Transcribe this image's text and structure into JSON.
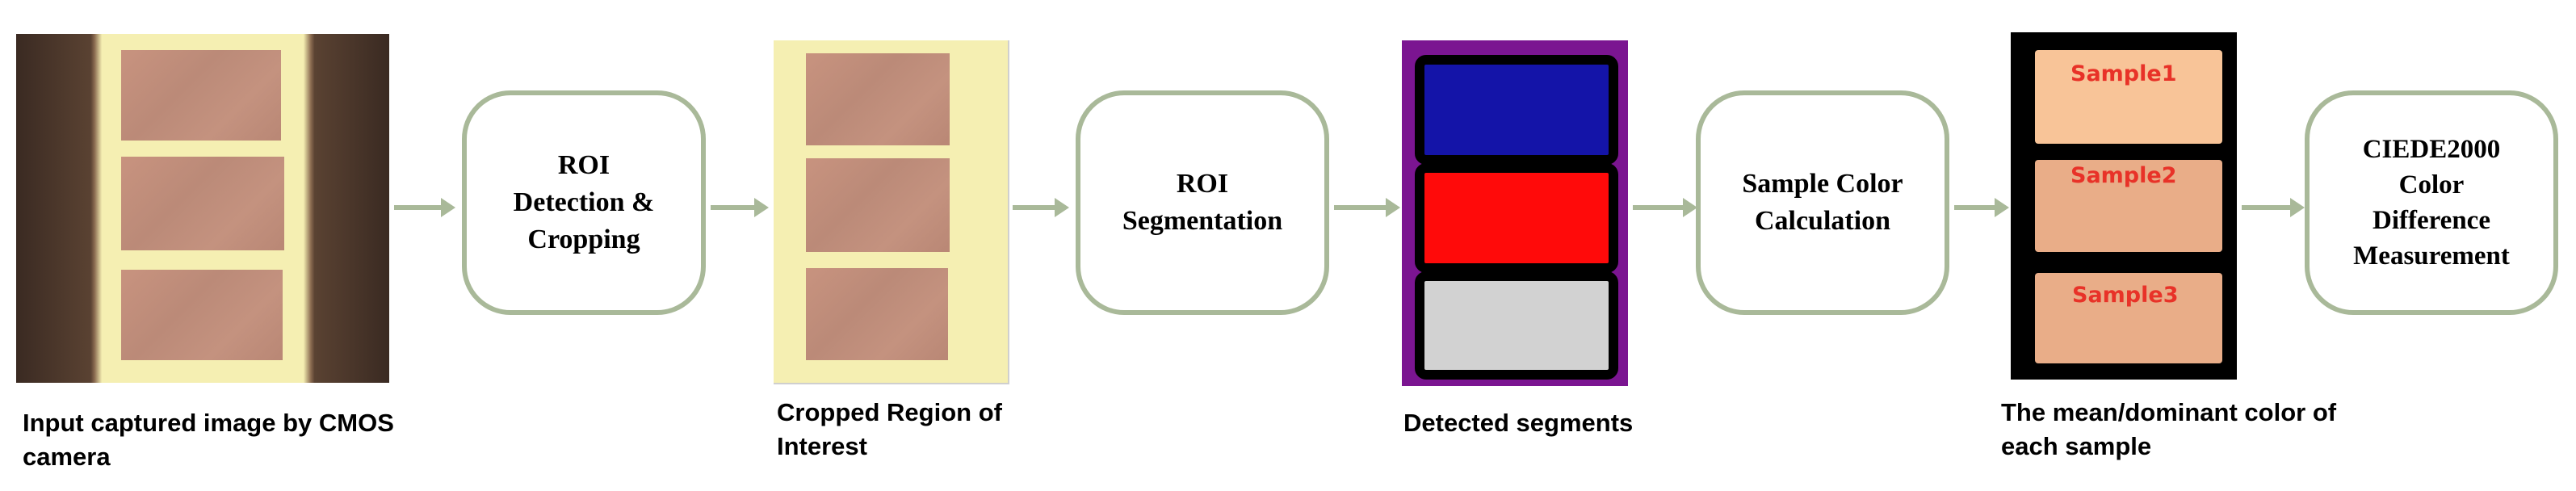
{
  "steps": [
    {
      "label": "ROI\nDetection &\nCropping"
    },
    {
      "label": "ROI\nSegmentation"
    },
    {
      "label": "Sample Color\nCalculation"
    },
    {
      "label": "CIEDE2000\nColor\nDifference\nMeasurement"
    }
  ],
  "captions": {
    "input": "Input captured image by CMOS\ncamera",
    "cropped": "Cropped Region of\nInterest",
    "segments": "Detected segments",
    "mean": "The mean/dominant color of\neach sample"
  },
  "samples": [
    "Sample1",
    "Sample2",
    "Sample3"
  ],
  "colors": {
    "box_border": "#a9b999",
    "sample_text": "#e83228",
    "segment_bg": "#7b1591",
    "segment_blue": "#1414a8",
    "segment_red": "#ff0a0a",
    "segment_gray": "#d2d2d2"
  }
}
